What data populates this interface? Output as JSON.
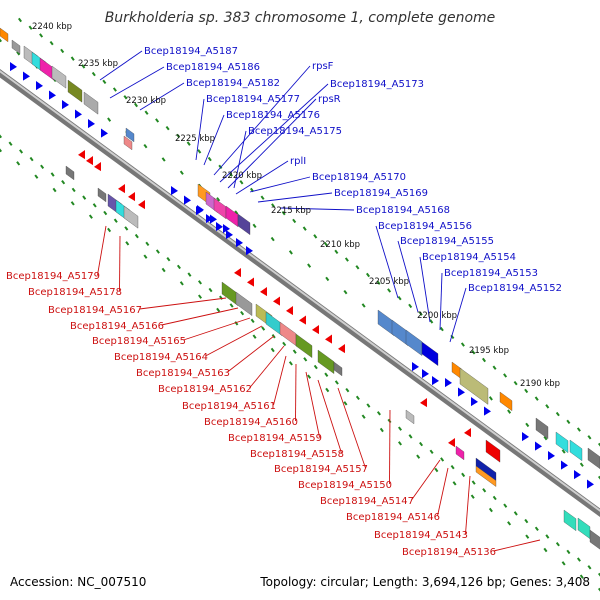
{
  "title": "Burkholderia sp. 383 chromosome 1, complete genome",
  "footer": {
    "accession": "Accession: NC_007510",
    "stats": "Topology: circular; Length: 3,694,126 bp; Genes: 3,408"
  },
  "scale_labels": [
    "2240 kbp",
    "2235 kbp",
    "2230 kbp",
    "2225 kbp",
    "2220 kbp",
    "2215 kbp",
    "2210 kbp",
    "2205 kbp",
    "2200 kbp",
    "2195 kbp",
    "2190 kbp"
  ],
  "genes_upper": [
    "Bcep18194_A5187",
    "Bcep18194_A5186",
    "Bcep18194_A5182",
    "rpsF",
    "Bcep18194_A5173",
    "rpsR",
    "Bcep18194_A5177",
    "Bcep18194_A5176",
    "Bcep18194_A5175",
    "rplI",
    "Bcep18194_A5170",
    "Bcep18194_A5169",
    "Bcep18194_A5168",
    "Bcep18194_A5156",
    "Bcep18194_A5155",
    "Bcep18194_A5154",
    "Bcep18194_A5153",
    "Bcep18194_A5152"
  ],
  "genes_lower": [
    "Bcep18194_A5179",
    "Bcep18194_A5178",
    "Bcep18194_A5167",
    "Bcep18194_A5166",
    "Bcep18194_A5165",
    "Bcep18194_A5164",
    "Bcep18194_A5163",
    "Bcep18194_A5162",
    "Bcep18194_A5161",
    "Bcep18194_A5160",
    "Bcep18194_A5159",
    "Bcep18194_A5158",
    "Bcep18194_A5157",
    "Bcep18194_A5150",
    "Bcep18194_A5147",
    "Bcep18194_A5146",
    "Bcep18194_A5143",
    "Bcep18194_A5136"
  ],
  "colors": {
    "forward": "#0000ee",
    "reverse": "#ee0000",
    "backbone": "#888888",
    "tick": "#228822",
    "upper_label": "#1010c8",
    "lower_label": "#cc1010"
  }
}
